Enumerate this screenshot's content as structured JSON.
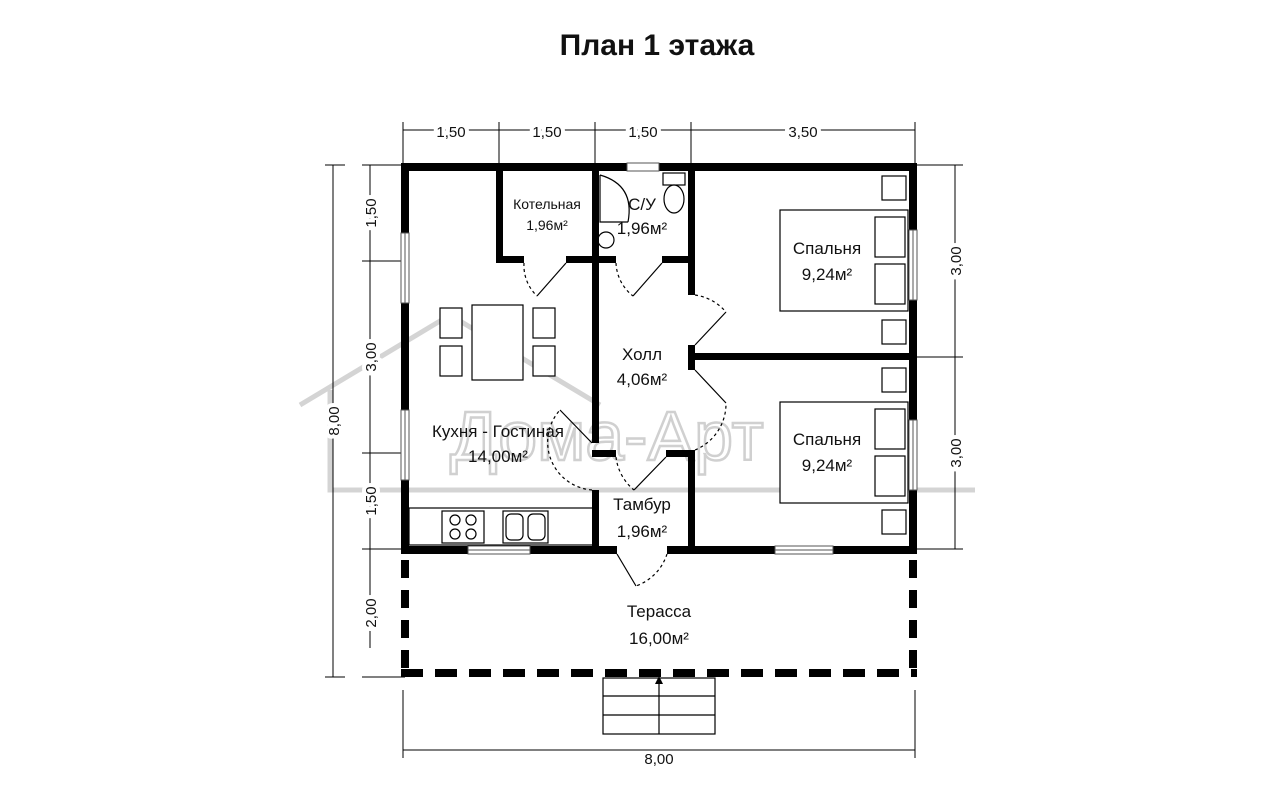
{
  "title": "План 1 этажа",
  "dimensions": {
    "top": [
      "1,50",
      "1,50",
      "1,50",
      "3,50"
    ],
    "left": [
      "1,50",
      "3,00",
      "1,50",
      "2,00"
    ],
    "left_total": "8,00",
    "right": [
      "3,00",
      "3,00"
    ],
    "bottom": "8,00"
  },
  "rooms": {
    "boiler": {
      "name": "Котельная",
      "area": "1,96м²"
    },
    "bathroom": {
      "name": "С/У",
      "area": "1,96м²"
    },
    "bedroom1": {
      "name": "Спальня",
      "area": "9,24м²"
    },
    "bedroom2": {
      "name": "Спальня",
      "area": "9,24м²"
    },
    "hall": {
      "name": "Холл",
      "area": "4,06м²"
    },
    "kitchen": {
      "name": "Кухня - Гостиная",
      "area": "14,00м²"
    },
    "vestibule": {
      "name": "Тамбур",
      "area": "1,96м²"
    },
    "terrace": {
      "name": "Терасса",
      "area": "16,00м²"
    }
  },
  "watermark": {
    "text": "Дома-Арт"
  }
}
